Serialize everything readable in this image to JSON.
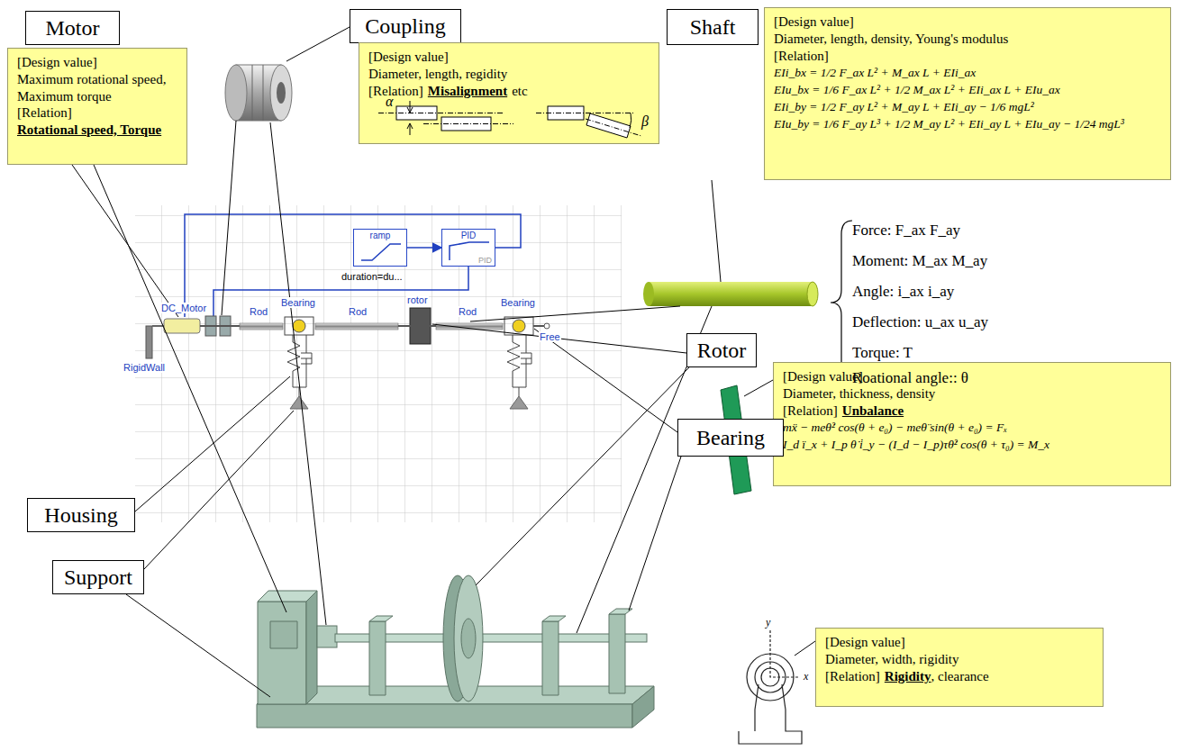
{
  "diagram": {
    "nodes": [
      {
        "text": [
          "Motor"
        ]
      },
      {
        "text": [
          "[Design value]",
          "Maximum rotational speed, Maximum torque",
          "[Relation]",
          "Rotational speed, Torque"
        ]
      },
      {
        "text": [
          "Coupling"
        ]
      },
      {
        "text": [
          "[Design value]",
          "Diameter, length, regidity",
          "[Relation]",
          "Misalignment",
          "etc"
        ]
      },
      {
        "text": [
          "Shaft"
        ]
      },
      {
        "text": [
          "[Design value]",
          "Diameter, length, density, Young's modulus",
          "[Relation]",
          "EIi_bx = 1/2 F_ax L² + M_ax L + EIi_ax",
          "EIu_bx = 1/6 F_ax L² + 1/2 M_ax L² + EIi_ax L + EIu_ax",
          "EIi_by = 1/2 F_ay L² + M_ay L + EIi_ay − 1/6 mgL²",
          "EIu_by = 1/6 F_ay L³ + 1/2 M_ay L² + EIi_ay L + EIu_ay − 1/24 mgL³"
        ]
      },
      {
        "text": [
          "Rotor"
        ]
      },
      {
        "text": [
          "[Design value]",
          "Diameter, thickness, density",
          "[Relation]",
          "Unbalance",
          "mẍ − meθ̇² cos(θ + e₀) − meθ̈ sin(θ + e₀) = Fₓ",
          "I_d ï_x + I_p θ̇ i̇_y − (I_d − I_p)τθ̇² cos(θ + τ₀) = M_x"
        ]
      },
      {
        "text": [
          "Bearing"
        ]
      },
      {
        "text": [
          "[Design value]",
          "Diameter, width, rigidity",
          "[Relation]",
          "Rigidity",
          ", clearance"
        ]
      },
      {
        "text": [
          "Housing"
        ]
      },
      {
        "text": [
          "Support"
        ]
      },
      {
        "text": [
          "ramp",
          "duration=du..."
        ]
      },
      {
        "text": [
          "PID",
          "PID"
        ]
      }
    ],
    "edges": [
      {
        "from": 12,
        "to": 13,
        "arrow": "to"
      }
    ],
    "labels": [
      "Force: F_ax F_ay",
      "Moment: M_ax M_ay",
      "Angle: i_ax i_ay",
      "Deflection: u_ax u_ay",
      "Torque: T",
      "Roational angle:: θ",
      "α",
      "β",
      "RigidWall",
      "DC_Motor",
      "Rod",
      "Bearing",
      "Rod",
      "rotor",
      "Rod",
      "Bearing",
      "Free",
      "y",
      "x"
    ]
  }
}
